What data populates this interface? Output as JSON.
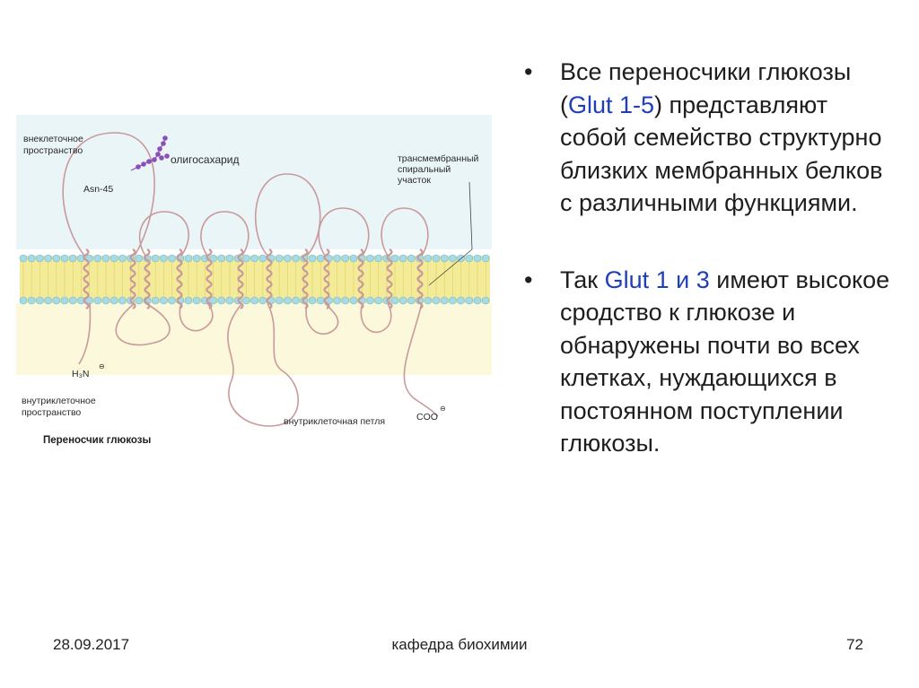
{
  "figure": {
    "labels": {
      "extracellular": [
        "внеклеточное",
        "пространство"
      ],
      "asn": "Asn-45",
      "oligosaccharide": "олигосахарид",
      "transmembrane": [
        "трансмембранный",
        "спиральный",
        "участок"
      ],
      "n_terminus": "H₃N",
      "intracellular": [
        "внутриклеточное",
        "пространство"
      ],
      "c_terminus": "COO",
      "intracellular_loop": "внутриклеточная петля",
      "caption": "Переносчик глюкозы"
    },
    "colors": {
      "core": "#f3eb98",
      "lipid_head": "#a6dae6",
      "protein": "#c9999b",
      "sugar": "#8a4fb8",
      "outer_glow": "#dff0f4"
    }
  },
  "bullets": [
    {
      "marker": "•",
      "parts": [
        {
          "text": "Все переносчики глюкозы ("
        },
        {
          "text": "Glut 1-5",
          "highlight": true
        },
        {
          "text": ") представляют собой семейство структурно близких мембранных белков с различными функциями."
        }
      ]
    },
    {
      "marker": "•",
      "parts": [
        {
          "text": "Так "
        },
        {
          "text": "Glut 1 и 3",
          "highlight": true
        },
        {
          "text": " имеют высокое сродство к глюкозе и обнаружены почти во всех клетках, нуждающихся в постоянном поступлении глюкозы."
        }
      ]
    }
  ],
  "footer": {
    "date": "28.09.2017",
    "department": "кафедра биохимии",
    "page": "72"
  }
}
